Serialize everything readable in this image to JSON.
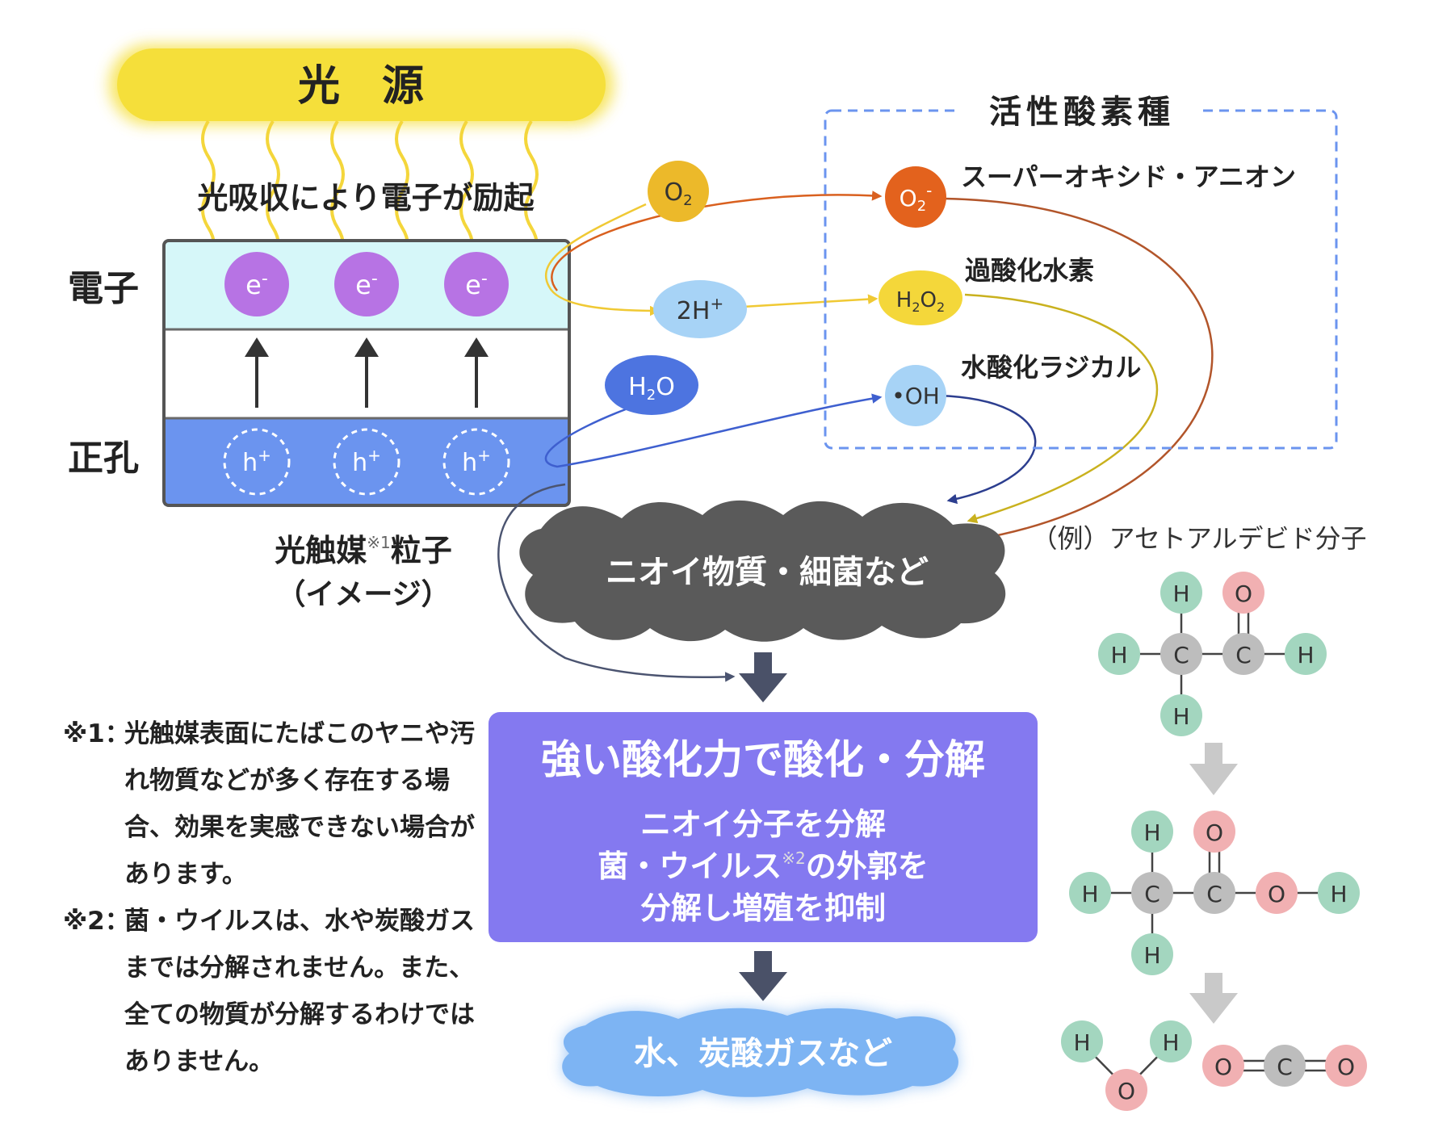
{
  "light_source": "光　源",
  "excitation": "光吸収により電子が励起",
  "row_electron": "電子",
  "row_hole": "正孔",
  "electron": "e",
  "hole": "h",
  "minus": "-",
  "plus": "+",
  "particle_name": "光触媒",
  "particle_sup": "※1",
  "particle_suffix": "粒子",
  "particle_image": "（イメージ）",
  "o2": "O",
  "sub2": "2",
  "h_plus_2": "2H",
  "water_h": "H",
  "water_o": "O",
  "ros_title": "活性酸素種",
  "superoxide": "スーパーオキシド・アニオン",
  "peroxide": "過酸化水素",
  "hydroxyl": "水酸化ラジカル",
  "h2o2_h": "H",
  "h2o2_o": "O",
  "oh_label": "•OH",
  "target": "ニオイ物質・細菌など",
  "process_title": "強い酸化力で酸化・分解",
  "process_line1": "ニオイ分子を分解",
  "process_line2a": "菌・ウイルス",
  "process_line2_sup": "※2",
  "process_line2b": "の外郭を",
  "process_line3": "分解し増殖を抑制",
  "result": "水、炭酸ガスなど",
  "example_title": "（例）アセトアルデビド分子",
  "atom_h": "H",
  "atom_c": "C",
  "atom_o": "O",
  "notes": [
    {
      "mark": "※1：",
      "text": "光触媒表面にたばこのヤニや汚れ物質などが多く存在する場合、効果を実感できない場合があります。"
    },
    {
      "mark": "※2：",
      "text": "菌・ウイルスは、水や炭酸ガスまでは分解されません。また、全ての物質が分解するわけではありません。"
    }
  ],
  "colors": {
    "light": "#f5df3a",
    "electron_band": "#d6f7f9",
    "hole_band": "#6b94ef",
    "electron": "#b773e4",
    "o2": "#ecb92a",
    "superoxide": "#e3621d",
    "peroxide": "#f4d73a",
    "hplus": "#a7d3f6",
    "water": "#4d74e0",
    "hydroxyl": "#a7d3f6",
    "target": "#5a5a5a",
    "process": "#8479f0",
    "result": "#7db4f3",
    "atom_h": "#a3d6bf",
    "atom_c": "#bdbdbd",
    "atom_o": "#f1b0b2"
  }
}
